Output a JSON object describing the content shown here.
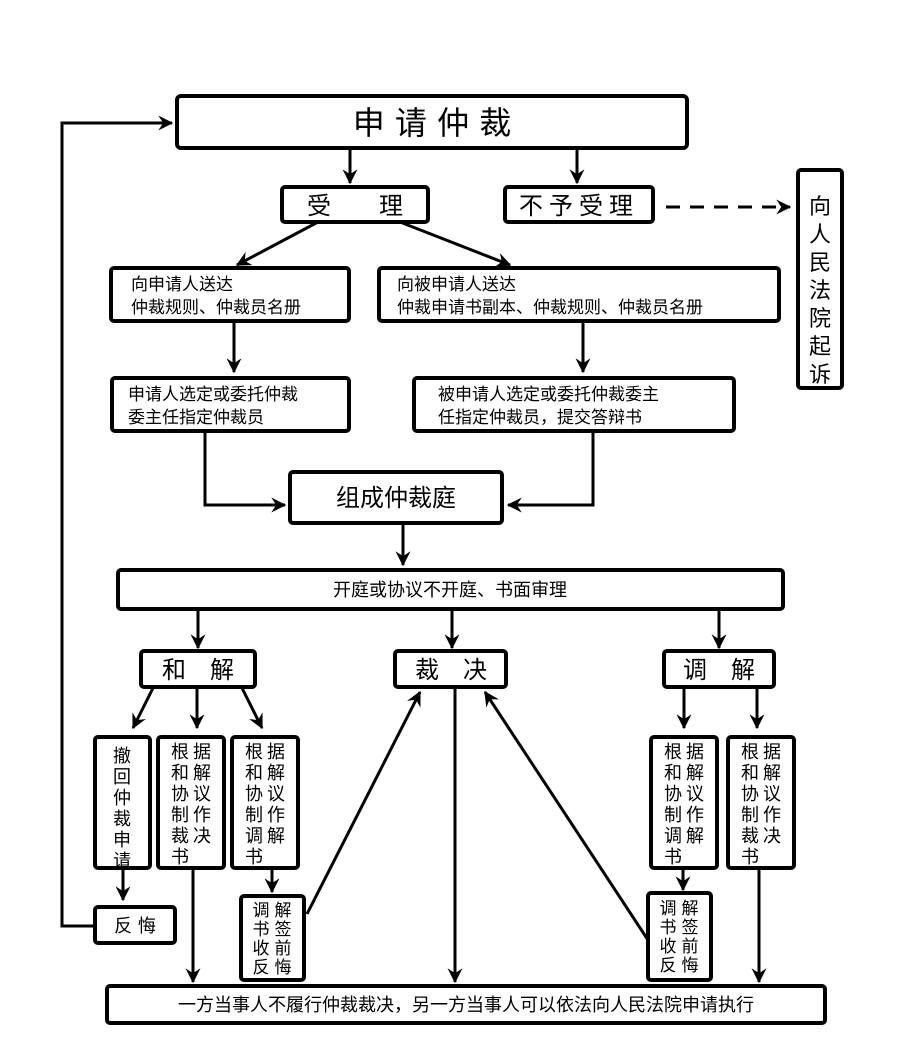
{
  "diagram": {
    "title": "仲裁流程图",
    "nodes": {
      "apply": {
        "label": "申 请 仲 裁"
      },
      "accept": {
        "label": "受　　理"
      },
      "reject": {
        "label": "不予受理"
      },
      "court_suit": {
        "label": "向人民法院起诉"
      },
      "send_applicant": {
        "lines": [
          "向申请人送达",
          "仲裁规则、仲裁员名册"
        ]
      },
      "send_respondent": {
        "lines": [
          "向被申请人送达",
          "仲裁申请书副本、仲裁规则、仲裁员名册"
        ]
      },
      "applicant_select": {
        "lines": [
          "申请人选定或委托仲裁",
          "委主任指定仲裁员"
        ]
      },
      "respondent_select": {
        "lines": [
          "被申请人选定或委托仲裁委主",
          "任指定仲裁员，提交答辩书"
        ]
      },
      "form_tribunal": {
        "label": "组成仲裁庭"
      },
      "hearing": {
        "label": "开庭或协议不开庭、书面审理"
      },
      "settlement": {
        "label": "和　解"
      },
      "award": {
        "label": "裁　决"
      },
      "mediation": {
        "label": "调　解"
      },
      "withdraw": {
        "label": "撤回仲裁申请"
      },
      "settle_award": {
        "label": "根据和解协议制作裁决书"
      },
      "settle_mediation": {
        "label": "根据和解协议制作调解书"
      },
      "med_mediation": {
        "label": "根据和解协议制作调解书"
      },
      "med_award": {
        "label": "根据和解协议制作裁决书"
      },
      "repent": {
        "label": "反 悔"
      },
      "repent_left": {
        "label": "调解书签收前反悔"
      },
      "repent_right": {
        "label": "调解书签收前反悔"
      },
      "enforce": {
        "label": "一方当事人不履行仲裁裁决，另一方当事人可以依法向人民法院申请执行"
      }
    },
    "edges": [
      [
        "apply",
        "accept"
      ],
      [
        "apply",
        "reject"
      ],
      [
        "reject",
        "court_suit",
        "dashed"
      ],
      [
        "accept",
        "send_applicant"
      ],
      [
        "accept",
        "send_respondent"
      ],
      [
        "send_applicant",
        "applicant_select"
      ],
      [
        "send_respondent",
        "respondent_select"
      ],
      [
        "applicant_select",
        "form_tribunal"
      ],
      [
        "respondent_select",
        "form_tribunal"
      ],
      [
        "form_tribunal",
        "hearing"
      ],
      [
        "hearing",
        "settlement"
      ],
      [
        "hearing",
        "award"
      ],
      [
        "hearing",
        "mediation"
      ],
      [
        "settlement",
        "withdraw"
      ],
      [
        "settlement",
        "settle_award"
      ],
      [
        "settlement",
        "settle_mediation"
      ],
      [
        "withdraw",
        "repent"
      ],
      [
        "repent",
        "apply"
      ],
      [
        "settle_mediation",
        "repent_left"
      ],
      [
        "repent_left",
        "award"
      ],
      [
        "mediation",
        "med_mediation"
      ],
      [
        "mediation",
        "med_award"
      ],
      [
        "med_mediation",
        "repent_right"
      ],
      [
        "repent_right",
        "award"
      ],
      [
        "settle_award",
        "enforce"
      ],
      [
        "award",
        "enforce"
      ],
      [
        "med_award",
        "enforce"
      ]
    ]
  }
}
